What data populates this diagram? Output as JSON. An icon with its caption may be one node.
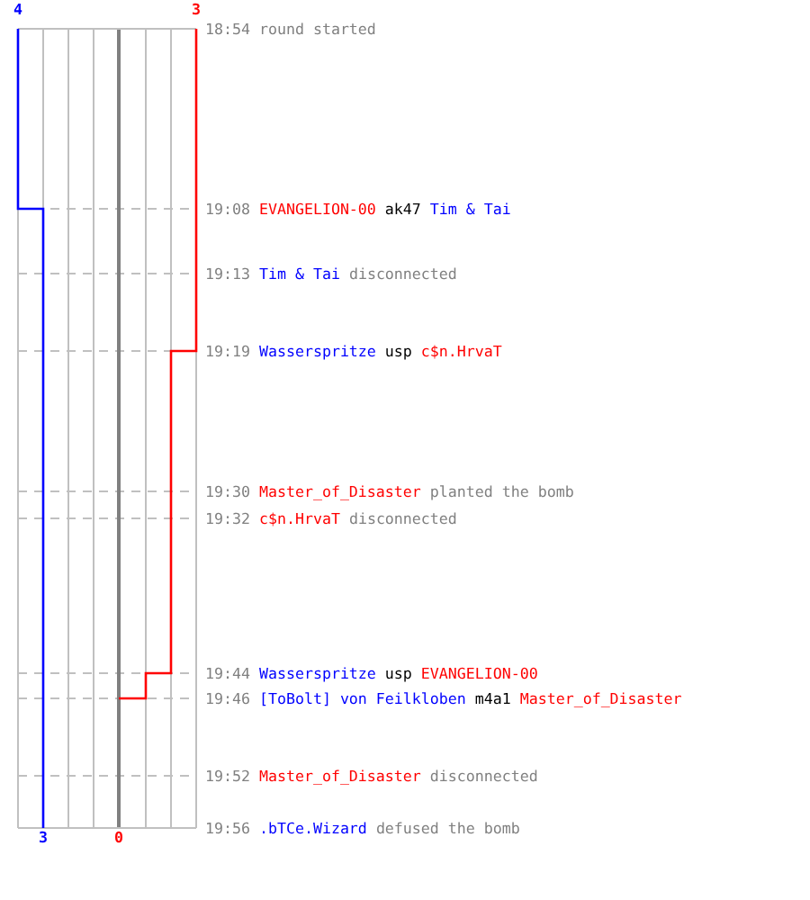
{
  "diagram": {
    "labels": [
      "4",
      "3",
      "18:54",
      "round started",
      "19:08",
      "EVANGELION-00",
      "ak47",
      "Tim & Tai",
      "19:13",
      "Tim & Tai",
      "disconnected",
      "19:19",
      "Wasserspritze",
      "usp",
      "c$n.HrvaT",
      "19:30",
      "Master_of_Disaster",
      "planted the bomb",
      "19:32",
      "c$n.HrvaT",
      "disconnected",
      "19:44",
      "Wasserspritze",
      "usp",
      "EVANGELION-00",
      "19:46",
      "[ToBolt] von Feilkloben",
      "m4a1",
      "Master_of_Disaster",
      "19:52",
      "Master_of_Disaster",
      "disconnected",
      "3",
      "0",
      "19:56",
      ".bTCe.Wizard",
      "defused the bomb"
    ]
  }
}
